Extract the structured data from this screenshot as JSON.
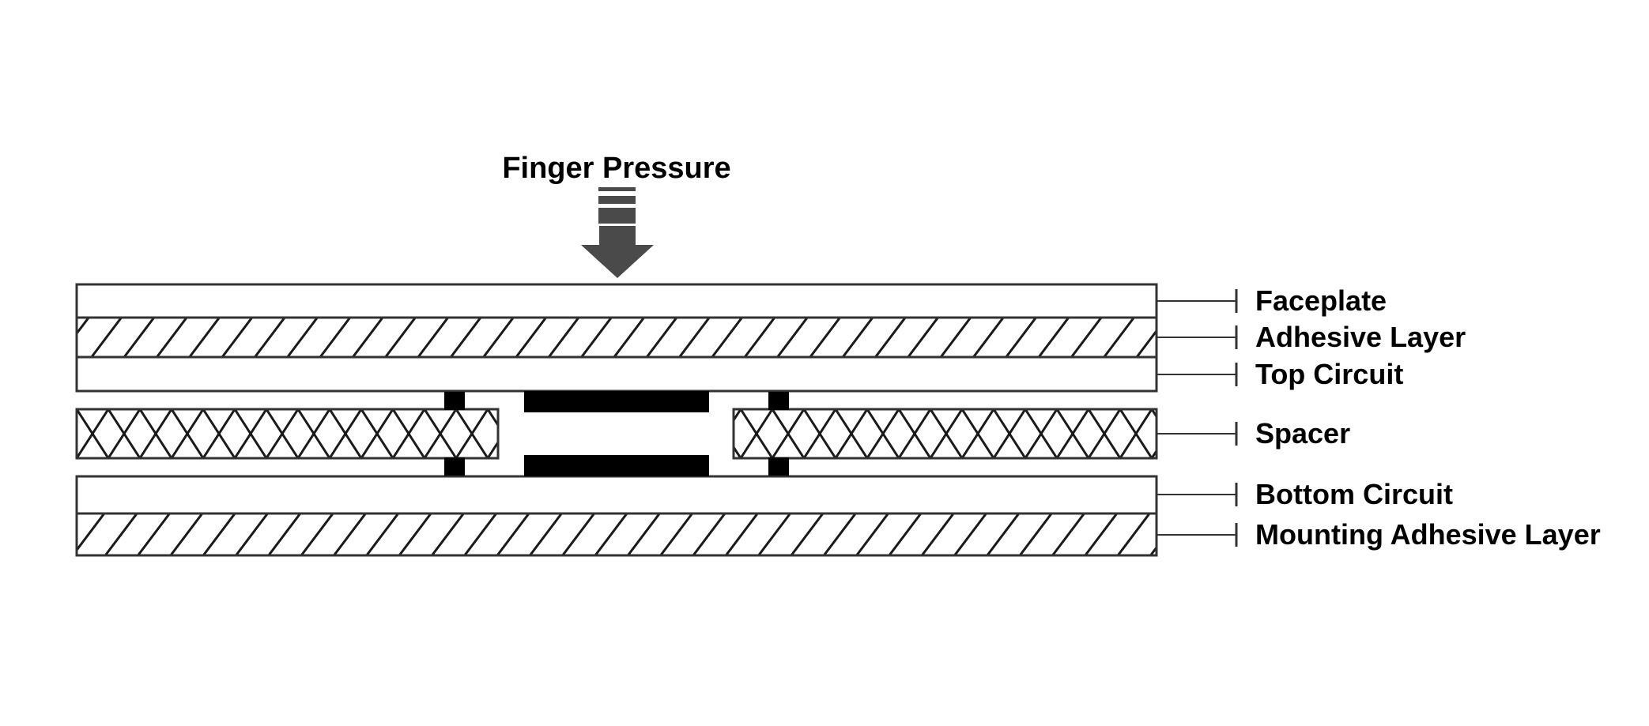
{
  "title": "Finger Pressure",
  "icons": {
    "pressure_arrow": "down-arrow-icon"
  },
  "layers": [
    {
      "label": "Faceplate",
      "fill": "solid-white"
    },
    {
      "label": "Adhesive Layer",
      "fill": "diagonal-hatch"
    },
    {
      "label": "Top Circuit",
      "fill": "solid-white"
    },
    {
      "label": "Spacer",
      "fill": "cross-hatch"
    },
    {
      "label": "Bottom Circuit",
      "fill": "solid-white"
    },
    {
      "label": "Mounting Adhesive Layer",
      "fill": "diagonal-hatch"
    }
  ],
  "colors": {
    "background": "#ffffff",
    "line": "#333333",
    "hatch_line": "#1a1a1a",
    "arrow": "#4a4a4a",
    "conductor": "#000000",
    "text": "#000000"
  }
}
